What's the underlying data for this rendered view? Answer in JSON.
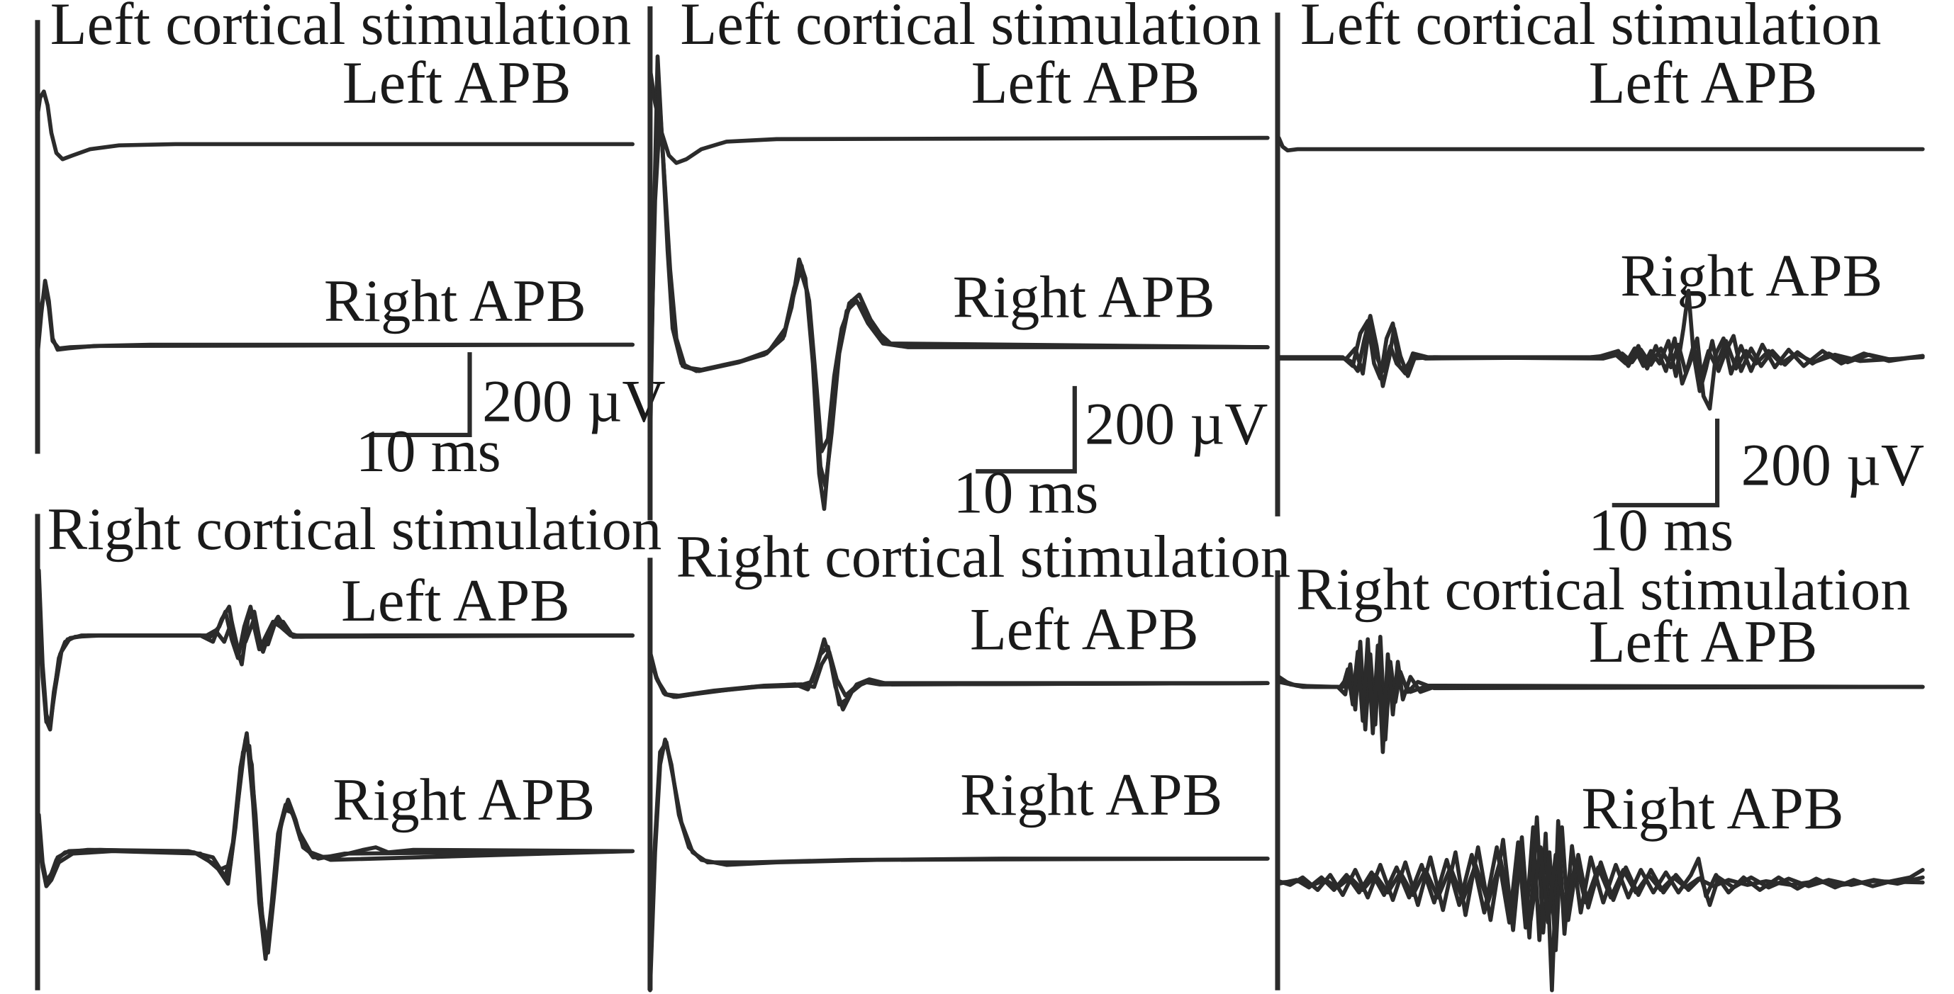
{
  "colors": {
    "trace": "#2b2b2b",
    "text": "#1a1a1a",
    "background": "#ffffff"
  },
  "panels": [
    {
      "id": "p1",
      "stim_title": "Left cortical stimulation",
      "top_label": "Left APB",
      "bottom_label": "Right APB",
      "scale_amplitude": "200 µV",
      "scale_time": "10 ms"
    },
    {
      "id": "p2",
      "stim_title": "Left cortical stimulation",
      "top_label": "Left APB",
      "bottom_label": "Right APB",
      "scale_amplitude": "200 µV",
      "scale_time": "10 ms"
    },
    {
      "id": "p3",
      "stim_title": "Left cortical stimulation",
      "top_label": "Left APB",
      "bottom_label": "Right APB",
      "scale_amplitude": "200 µV",
      "scale_time": "10 ms"
    },
    {
      "id": "p4",
      "stim_title": "Right cortical stimulation",
      "top_label": "Left APB",
      "bottom_label": "Right APB"
    },
    {
      "id": "p5",
      "stim_title": "Right cortical stimulation",
      "top_label": "Left APB",
      "bottom_label": "Right APB"
    },
    {
      "id": "p6",
      "stim_title": "Right cortical stimulation",
      "top_label": "Left APB",
      "bottom_label": "Right APB"
    }
  ]
}
